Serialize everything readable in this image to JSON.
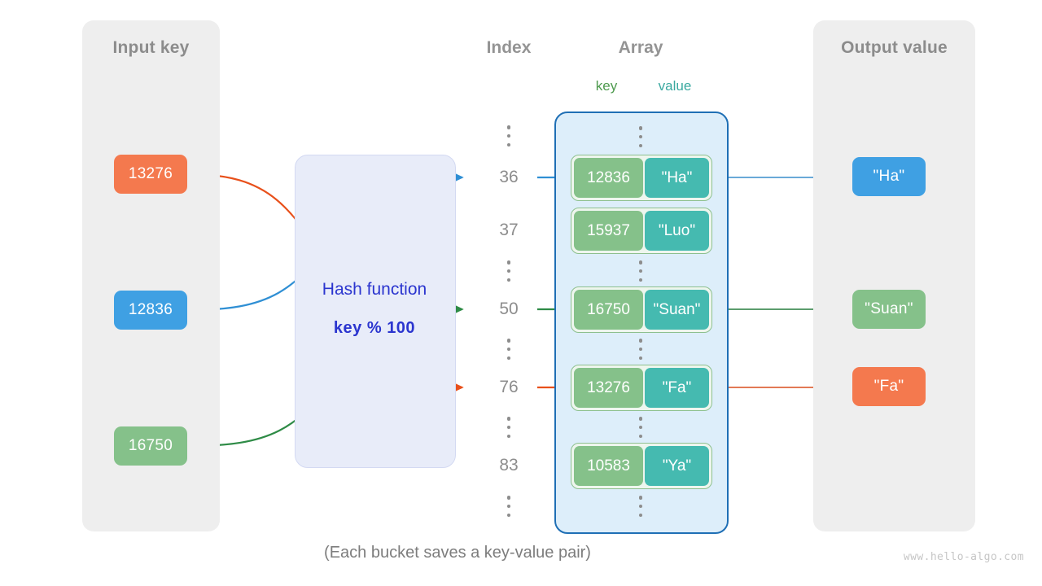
{
  "input_panel": {
    "title": "Input key",
    "keys": [
      {
        "label": "13276",
        "color": "#f4794e"
      },
      {
        "label": "12836",
        "color": "#3fa0e3"
      },
      {
        "label": "16750",
        "color": "#85c18a"
      }
    ]
  },
  "hash": {
    "label": "Hash function",
    "formula": "key % 100",
    "color": "#2b35cf"
  },
  "index_column": {
    "title": "Index",
    "labels": [
      "36",
      "37",
      "50",
      "76",
      "83"
    ]
  },
  "array": {
    "title": "Array",
    "key_header": "key",
    "value_header": "value",
    "key_header_color": "#4e9a4e",
    "value_header_color": "#3aa9a0",
    "buckets": [
      {
        "key": "12836",
        "value": "\"Ha\""
      },
      {
        "key": "15937",
        "value": "\"Luo\""
      },
      {
        "key": "16750",
        "value": "\"Suan\""
      },
      {
        "key": "13276",
        "value": "\"Fa\""
      },
      {
        "key": "10583",
        "value": "\"Ya\""
      }
    ]
  },
  "output_panel": {
    "title": "Output value",
    "values": [
      {
        "label": "\"Ha\"",
        "color": "#3fa0e3"
      },
      {
        "label": "\"Suan\"",
        "color": "#85c18a"
      },
      {
        "label": "\"Fa\"",
        "color": "#f4794e"
      }
    ]
  },
  "caption": "(Each bucket saves a key-value pair)",
  "watermark": "www.hello-algo.com",
  "colors": {
    "panel_bg": "#eeeeee",
    "array_bg": "#ddeefa",
    "array_border": "#1f6fb5",
    "hash_bg": "#e8ecf9",
    "wire_blue": "#2f8fd4",
    "wire_green": "#2e8b46",
    "wire_orange": "#e8501b"
  }
}
